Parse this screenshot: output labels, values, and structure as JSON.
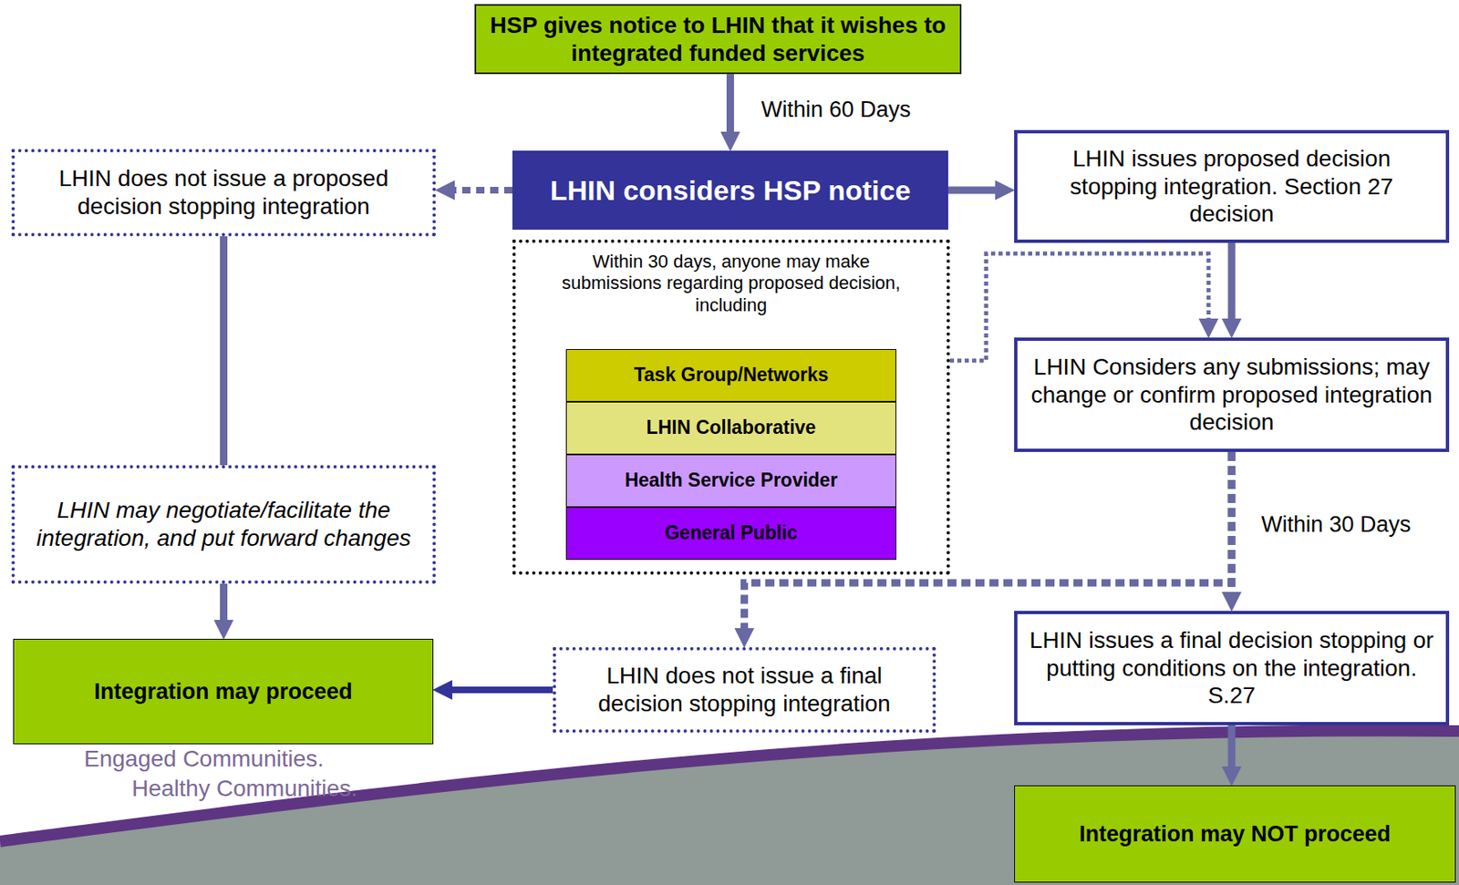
{
  "diagram": {
    "nodes": [
      {
        "text": [
          "HSP gives notice to LHIN that it wishes to integrated funded services"
        ]
      },
      {
        "text": [
          "LHIN considers HSP notice"
        ]
      },
      {
        "text": [
          "LHIN does not issue a proposed decision stopping integration"
        ]
      },
      {
        "text": [
          "LHIN issues proposed decision stopping integration. Section 27 decision"
        ]
      },
      {
        "text": [
          "Within 30 days, anyone may make submissions regarding proposed decision, including"
        ]
      },
      {
        "text": [
          "Task Group/Networks"
        ],
        "in": 4
      },
      {
        "text": [
          "LHIN Collaborative"
        ],
        "in": 4
      },
      {
        "text": [
          "Health Service Provider"
        ],
        "in": 4
      },
      {
        "text": [
          "General Public"
        ],
        "in": 4
      },
      {
        "text": [
          "LHIN Considers any submissions; may change or confirm proposed integration decision"
        ]
      },
      {
        "text": [
          "LHIN may negotiate/facilitate the integration, and put forward changes"
        ]
      },
      {
        "text": [
          "Integration may proceed"
        ]
      },
      {
        "text": [
          "LHIN does not issue a final decision stopping integration"
        ]
      },
      {
        "text": [
          "LHIN issues a final decision stopping or putting conditions on the integration. S.27"
        ]
      },
      {
        "text": [
          "Integration may NOT proceed"
        ]
      }
    ],
    "edges": [
      {
        "from": 0,
        "to": 1,
        "arrow": "to"
      },
      {
        "from": 1,
        "to": 2,
        "arrow": "to"
      },
      {
        "from": 1,
        "to": 3,
        "arrow": "to"
      },
      {
        "from": 2,
        "to": 10,
        "arrow": "none"
      },
      {
        "from": 10,
        "to": 11,
        "arrow": "to"
      },
      {
        "from": 4,
        "to": 9,
        "arrow": "to"
      },
      {
        "from": 3,
        "to": 9,
        "arrow": "to"
      },
      {
        "from": 9,
        "to": 13,
        "label": "Within 30 Days",
        "arrow": "to"
      },
      {
        "from": 9,
        "to": 12,
        "arrow": "to"
      },
      {
        "from": 12,
        "to": 11,
        "arrow": "to"
      },
      {
        "from": 13,
        "to": 14,
        "arrow": "to"
      }
    ],
    "labels": [
      "Within 60 Days",
      "Engaged Communities.",
      "Healthy Communities."
    ]
  }
}
